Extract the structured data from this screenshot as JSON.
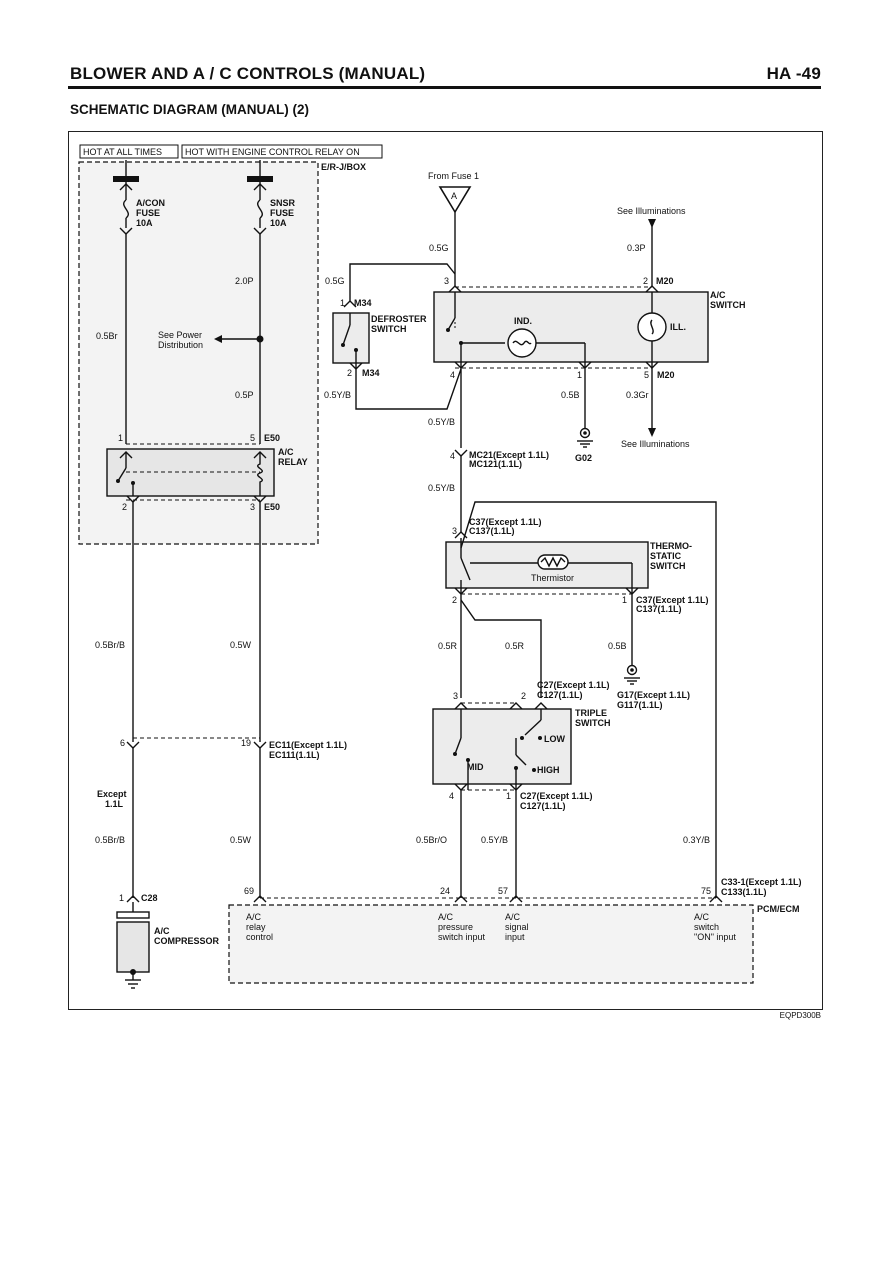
{
  "header": {
    "title": "BLOWER AND A / C CONTROLS (MANUAL)",
    "page": "HA -49",
    "subtitle": "SCHEMATIC DIAGRAM (MANUAL) (2)"
  },
  "power_labels": {
    "hot_at_all_times": "HOT AT ALL TIMES",
    "hot_with_relay": "HOT WITH ENGINE CONTROL RELAY ON"
  },
  "boxes": {
    "er_jbox": "E/R-J/BOX",
    "ac_switch_line1": "A/C",
    "ac_switch_line2": "SWITCH",
    "defroster_line1": "DEFROSTER",
    "defroster_line2": "SWITCH",
    "ac_relay_line1": "A/C",
    "ac_relay_line2": "RELAY",
    "thermo_line1": "THERMO-",
    "thermo_line2": "STATIC",
    "thermo_line3": "SWITCH",
    "triple_line1": "TRIPLE",
    "triple_line2": "SWITCH",
    "compressor_line1": "A/C",
    "compressor_line2": "COMPRESSOR",
    "pcm": "PCM/ECM"
  },
  "fuses": {
    "acon_1": "A/CON",
    "acon_2": "FUSE",
    "acon_3": "10A",
    "snsr_1": "SNSR",
    "snsr_2": "FUSE",
    "snsr_3": "10A"
  },
  "labels": {
    "from_fuse": "From Fuse 1",
    "fuse_letter": "A",
    "see_illum_top": "See Illuminations",
    "see_illum_bottom": "See Illuminations",
    "see_power_1": "See Power",
    "see_power_2": "Distribution",
    "ind": "IND.",
    "ill": "ILL.",
    "thermistor": "Thermistor",
    "low": "LOW",
    "mid": "MID",
    "high": "HIGH",
    "except_1": "Except",
    "except_2": "1.1L",
    "figure_code": "EQPD300B"
  },
  "wires": {
    "w_05g_a": "0.5G",
    "w_03p": "0.3P",
    "w_05g_b": "0.5G",
    "w_20p": "2.0P",
    "w_05br": "0.5Br",
    "w_05p": "0.5P",
    "w_05yb_a": "0.5Y/B",
    "w_05yb_b": "0.5Y/B",
    "w_05yb_c": "0.5Y/B",
    "w_05b_a": "0.5B",
    "w_03gr": "0.3Gr",
    "w_05brb_a": "0.5Br/B",
    "w_05w_a": "0.5W",
    "w_05r_a": "0.5R",
    "w_05r_b": "0.5R",
    "w_05b_b": "0.5B",
    "w_05brb_b": "0.5Br/B",
    "w_05w_b": "0.5W",
    "w_05bro": "0.5Br/O",
    "w_05yb_d": "0.5Y/B",
    "w_03yb": "0.3Y/B"
  },
  "connectors": {
    "m34_top": "M34",
    "m34_bottom": "M34",
    "m20_top": "M20",
    "m20_bottom": "M20",
    "e50_top": "E50",
    "e50_bottom": "E50",
    "mc21": "MC21(Except 1.1L)",
    "mc121": "MC121(1.1L)",
    "g02": "G02",
    "c37_top_a": "C37(Except 1.1L)",
    "c37_top_b": "C137(1.1L)",
    "c37_right_a": "C37(Except 1.1L)",
    "c37_right_b": "C137(1.1L)",
    "c27_top_a": "C27(Except 1.1L)",
    "c27_top_b": "C127(1.1L)",
    "g17_a": "G17(Except 1.1L)",
    "g17_b": "G117(1.1L)",
    "c27_bot_a": "C27(Except 1.1L)",
    "c27_bot_b": "C127(1.1L)",
    "ec11_a": "EC11(Except 1.1L)",
    "ec11_b": "EC111(1.1L)",
    "c28": "C28",
    "c33_a": "C33-1(Except 1.1L)",
    "c33_b": "C133(1.1L)"
  },
  "pins": {
    "p3": "3",
    "p2": "2",
    "p1_m34": "1",
    "p2_m34": "2",
    "p4": "4",
    "p1": "1",
    "p5": "5",
    "r1": "1",
    "r5": "5",
    "r2": "2",
    "r3": "3",
    "mc4": "4",
    "t3": "3",
    "t2": "2",
    "t1": "1",
    "tr3": "3",
    "tr2": "2",
    "tr4": "4",
    "tr1": "1",
    "ec6": "6",
    "ec19": "19",
    "c28_1": "1",
    "pcm69": "69",
    "pcm24": "24",
    "pcm57": "57",
    "pcm75": "75"
  },
  "pcm_inputs": {
    "relay_1": "A/C",
    "relay_2": "relay",
    "relay_3": "control",
    "press_1": "A/C",
    "press_2": "pressure",
    "press_3": "switch input",
    "signal_1": "A/C",
    "signal_2": "signal",
    "signal_3": "input",
    "switch_1": "A/C",
    "switch_2": "switch",
    "switch_3": "\"ON\" input"
  }
}
